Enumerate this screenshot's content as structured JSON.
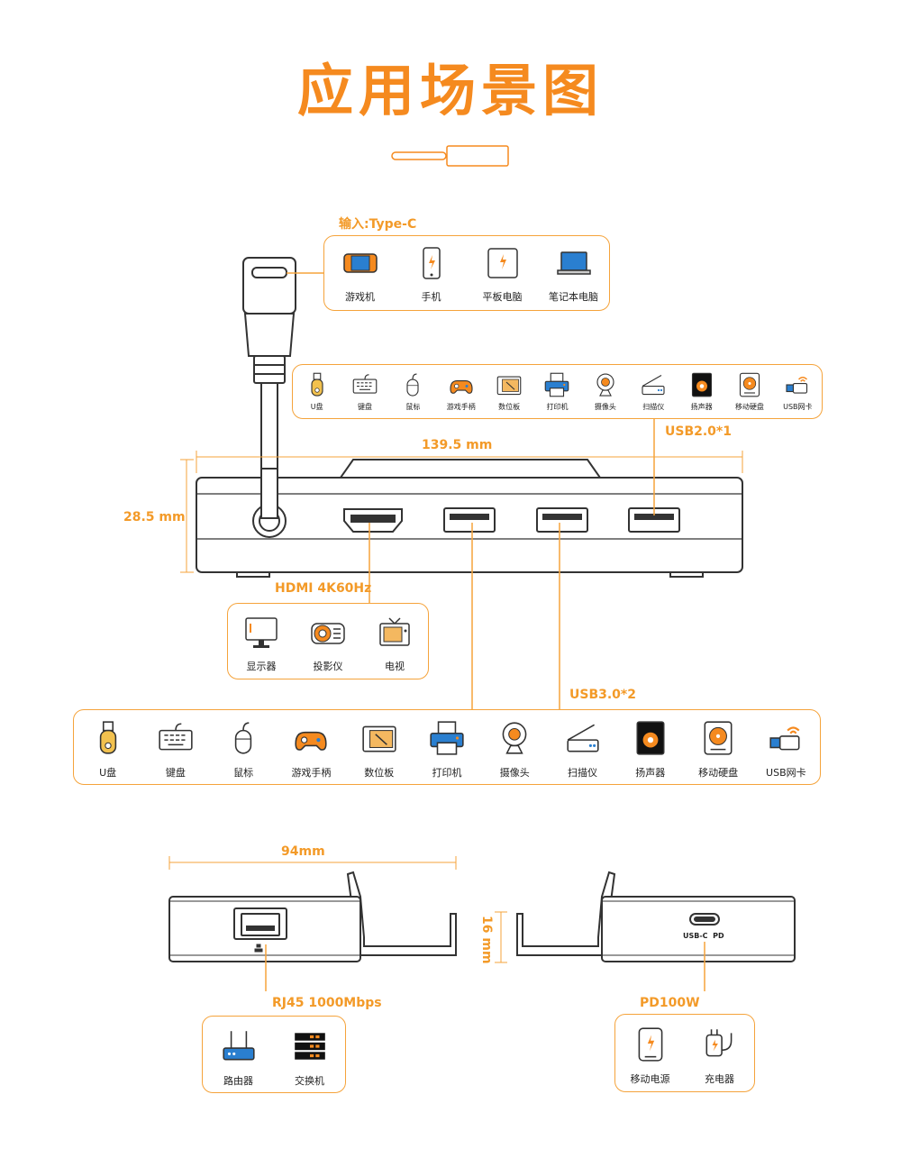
{
  "title": "应用场景图",
  "colors": {
    "accent": "#f58a1f",
    "line": "#f5a33b",
    "stroke": "#333333"
  },
  "input": {
    "label": "输入:Type-C",
    "devices": [
      {
        "name": "游戏机",
        "icon": "game-console-icon"
      },
      {
        "name": "手机",
        "icon": "phone-icon"
      },
      {
        "name": "平板电脑",
        "icon": "tablet-icon"
      },
      {
        "name": "笔记本电脑",
        "icon": "laptop-icon"
      }
    ]
  },
  "usb2": {
    "label": "USB2.0*1",
    "devices": [
      {
        "name": "U盘",
        "icon": "usb-drive-icon"
      },
      {
        "name": "键盘",
        "icon": "keyboard-icon"
      },
      {
        "name": "鼠标",
        "icon": "mouse-icon"
      },
      {
        "name": "游戏手柄",
        "icon": "gamepad-icon"
      },
      {
        "name": "数位板",
        "icon": "drawing-tablet-icon"
      },
      {
        "name": "打印机",
        "icon": "printer-icon"
      },
      {
        "name": "摄像头",
        "icon": "webcam-icon"
      },
      {
        "name": "扫描仪",
        "icon": "scanner-icon"
      },
      {
        "name": "扬声器",
        "icon": "speaker-icon"
      },
      {
        "name": "移动硬盘",
        "icon": "hard-drive-icon"
      },
      {
        "name": "USB网卡",
        "icon": "usb-wifi-icon"
      }
    ]
  },
  "dimensions": {
    "width_top": "139.5 mm",
    "height_front": "28.5 mm",
    "width_side": "94mm",
    "height_side": "16 mm"
  },
  "hdmi": {
    "label": "HDMI 4K60Hz",
    "devices": [
      {
        "name": "显示器",
        "icon": "monitor-icon"
      },
      {
        "name": "投影仪",
        "icon": "projector-icon"
      },
      {
        "name": "电视",
        "icon": "tv-icon"
      }
    ]
  },
  "usb3": {
    "label": "USB3.0*2",
    "devices": [
      {
        "name": "U盘",
        "icon": "usb-drive-icon"
      },
      {
        "name": "键盘",
        "icon": "keyboard-icon"
      },
      {
        "name": "鼠标",
        "icon": "mouse-icon"
      },
      {
        "name": "游戏手柄",
        "icon": "gamepad-icon"
      },
      {
        "name": "数位板",
        "icon": "drawing-tablet-icon"
      },
      {
        "name": "打印机",
        "icon": "printer-icon"
      },
      {
        "name": "摄像头",
        "icon": "webcam-icon"
      },
      {
        "name": "扫描仪",
        "icon": "scanner-icon"
      },
      {
        "name": "扬声器",
        "icon": "speaker-icon"
      },
      {
        "name": "移动硬盘",
        "icon": "hard-drive-icon"
      },
      {
        "name": "USB网卡",
        "icon": "usb-wifi-icon"
      }
    ]
  },
  "rj45": {
    "label": "RJ45 1000Mbps",
    "devices": [
      {
        "name": "路由器",
        "icon": "router-icon"
      },
      {
        "name": "交换机",
        "icon": "switch-icon"
      }
    ]
  },
  "pd": {
    "label": "PD100W",
    "port_text": "USB-C  PD",
    "devices": [
      {
        "name": "移动电源",
        "icon": "power-bank-icon"
      },
      {
        "name": "充电器",
        "icon": "charger-icon"
      }
    ]
  }
}
